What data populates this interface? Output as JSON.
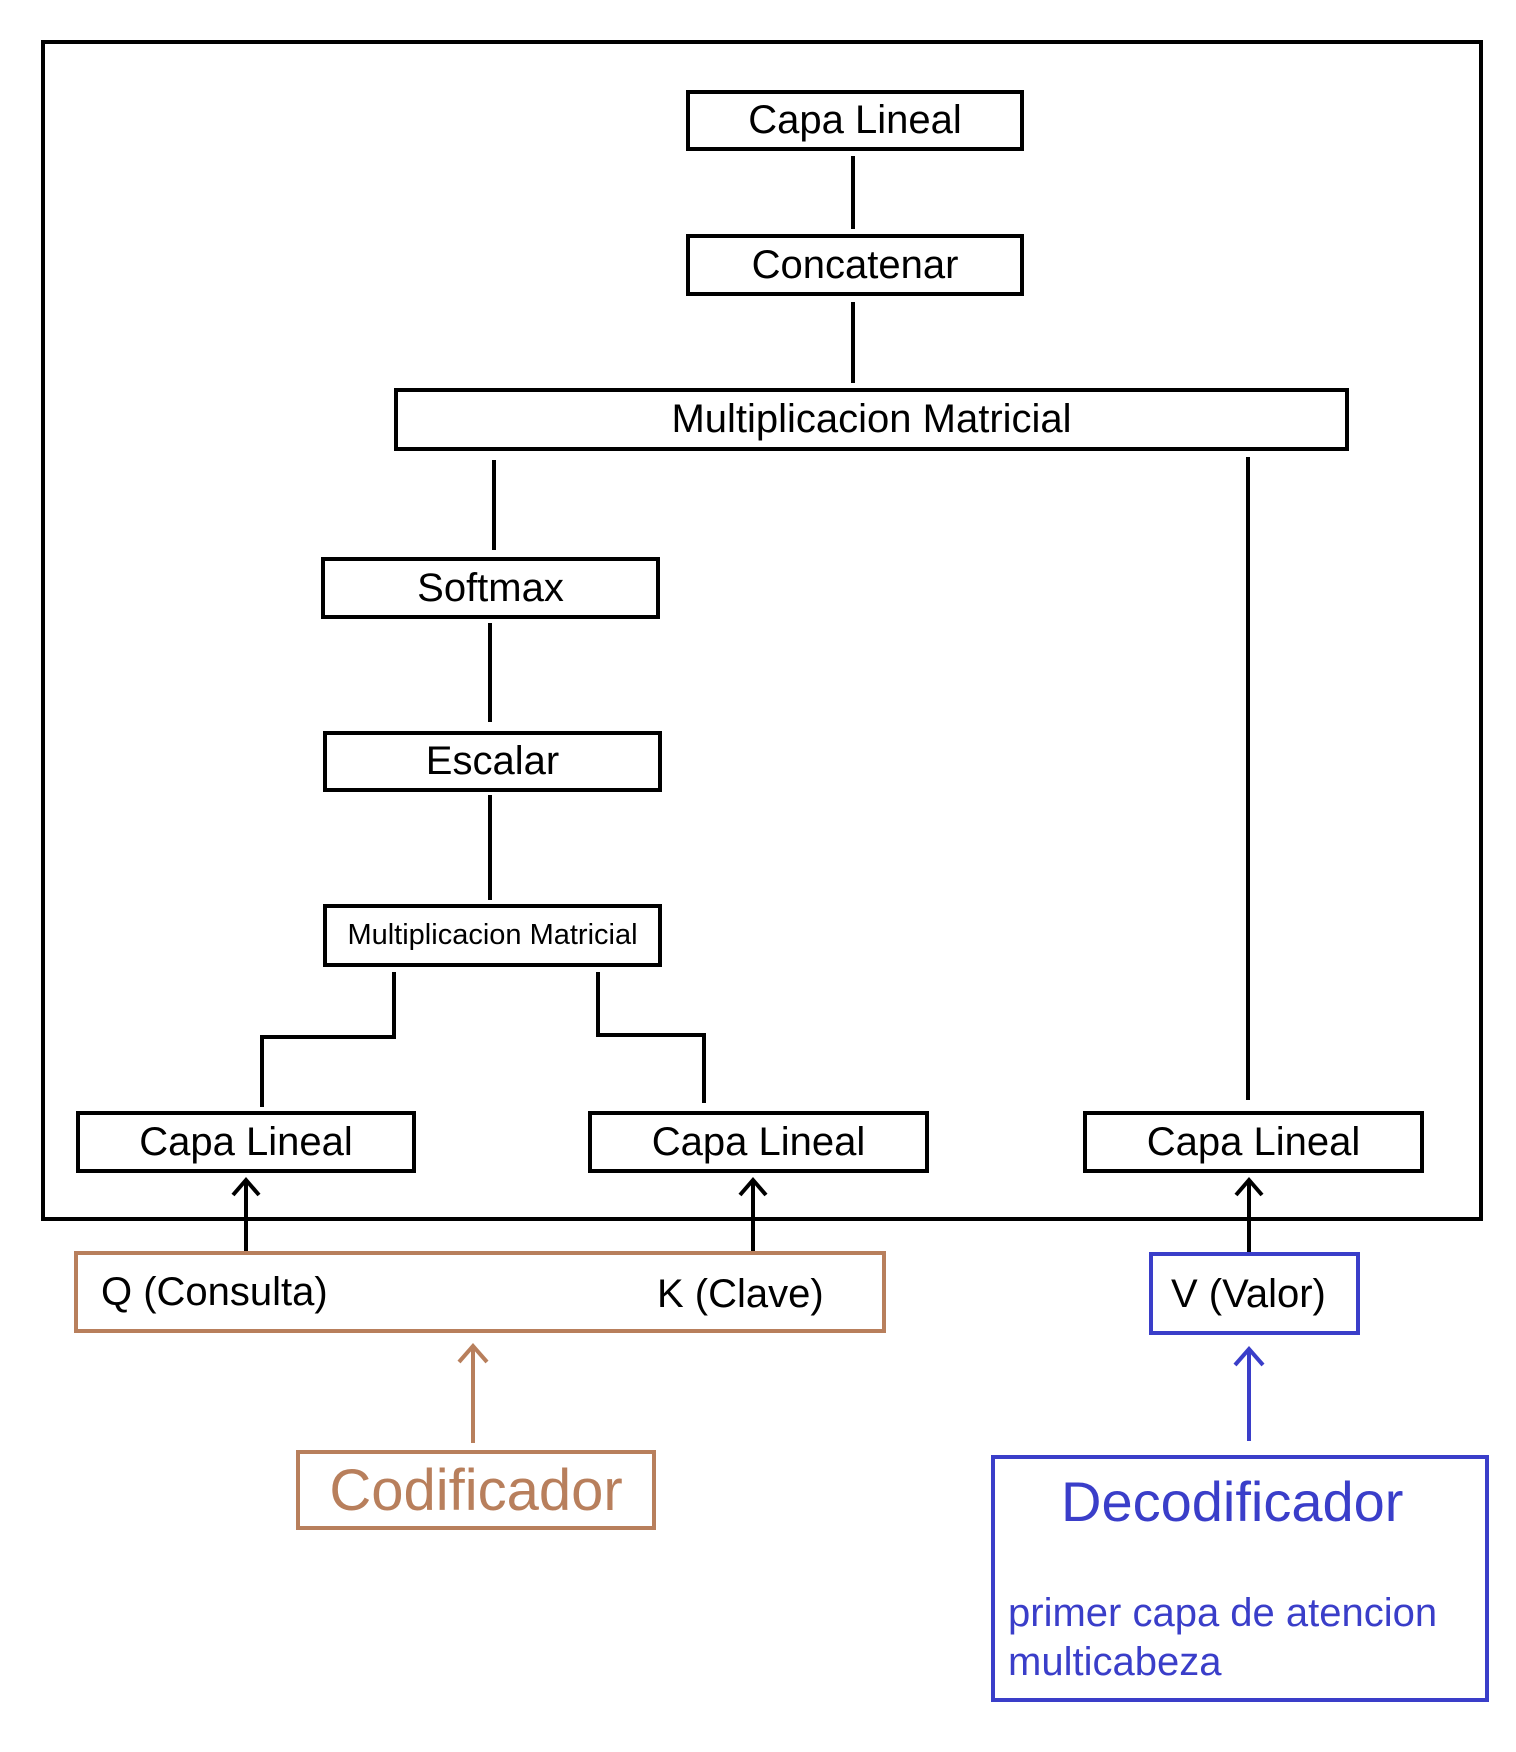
{
  "colors": {
    "line": "#000000",
    "encoder": "#b87f5c",
    "decoder": "#3a3ec9"
  },
  "blocks": {
    "top_linear": "Capa Lineal",
    "concat": "Concatenar",
    "matmul_top": "Multiplicacion Matricial",
    "softmax": "Softmax",
    "scale": "Escalar",
    "matmul_bottom": "Multiplicacion Matricial",
    "linear_q": "Capa Lineal",
    "linear_k": "Capa Lineal",
    "linear_v": "Capa Lineal"
  },
  "inputs": {
    "query": "Q (Consulta)",
    "key": "K (Clave)",
    "value": "V (Valor)"
  },
  "encoder": {
    "title": "Codificador"
  },
  "decoder": {
    "title": "Decodificador",
    "subtitle": "primer capa de atencion multicabeza"
  }
}
